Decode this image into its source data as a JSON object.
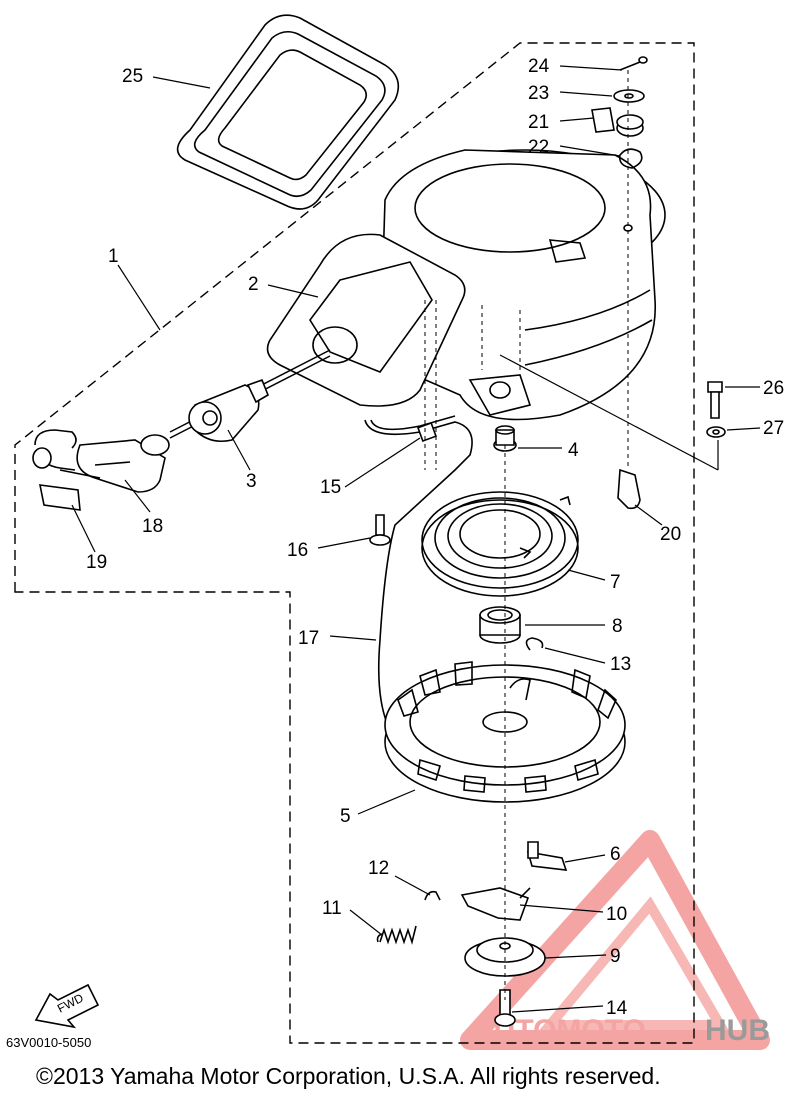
{
  "callouts": {
    "p1": "1",
    "p2": "2",
    "p3": "3",
    "p4": "4",
    "p5": "5",
    "p6": "6",
    "p7": "7",
    "p8": "8",
    "p9": "9",
    "p10": "10",
    "p11": "11",
    "p12": "12",
    "p13": "13",
    "p14": "14",
    "p15": "15",
    "p16": "16",
    "p17": "17",
    "p18": "18",
    "p19": "19",
    "p20": "20",
    "p21": "21",
    "p22": "22",
    "p23": "23",
    "p24": "24",
    "p25": "25",
    "p26": "26",
    "p27": "27"
  },
  "fwd_label": "FWD",
  "diagram_code": "63V0010-5050",
  "copyright": "©2013 Yamaha Motor Corporation, U.S.A. All rights reserved.",
  "watermark": {
    "part1": "AUTOMOTO",
    "part2": "HUB"
  },
  "colors": {
    "watermark_red": "#f4a5a3",
    "watermark_gray": "#9a9a9a"
  }
}
